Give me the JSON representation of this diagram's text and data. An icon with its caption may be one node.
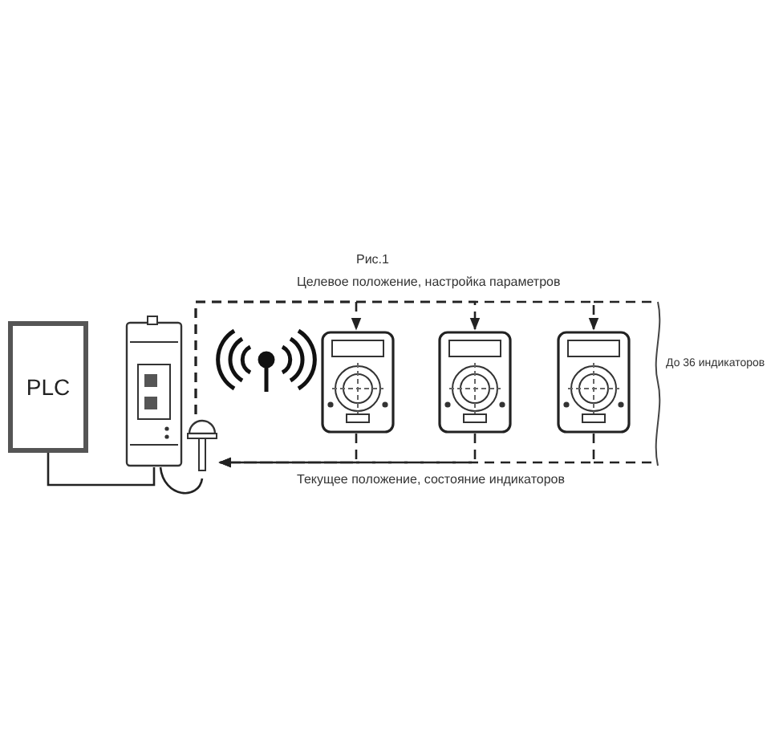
{
  "diagram": {
    "nodes": [
      {
        "text": [
          "PLC"
        ]
      },
      {
        "text": [],
        "shape": "box"
      },
      {
        "text": [],
        "shape": "antenna"
      },
      {
        "text": [],
        "shape": "box"
      },
      {
        "text": [],
        "shape": "box"
      },
      {
        "text": [],
        "shape": "box"
      }
    ],
    "edges": [
      {
        "from": 0,
        "to": 1,
        "arrow": "none"
      },
      {
        "from": 1,
        "to": 2,
        "arrow": "none"
      },
      {
        "from": 2,
        "to": 3,
        "arrow": "to",
        "style": "dashed"
      },
      {
        "from": 2,
        "to": 4,
        "arrow": "to",
        "style": "dashed"
      },
      {
        "from": 2,
        "to": 5,
        "arrow": "to",
        "style": "dashed"
      },
      {
        "from": 3,
        "to": 2,
        "arrow": "to",
        "style": "dashed"
      },
      {
        "from": 4,
        "to": 2,
        "arrow": "to",
        "style": "dashed"
      },
      {
        "from": 5,
        "to": 2,
        "arrow": "to",
        "style": "dashed"
      }
    ],
    "labels": [
      "Рис.1",
      "Целевое положение, настройка параметров",
      "Текущее положение, состояние индикаторов",
      "До 36 индикаторов"
    ]
  }
}
